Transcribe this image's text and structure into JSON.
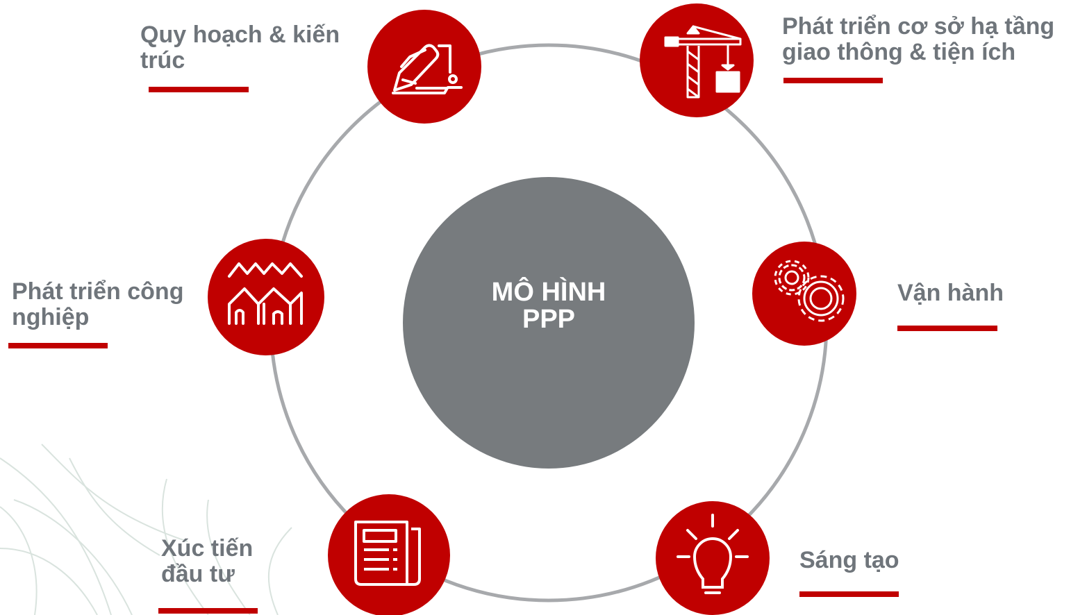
{
  "center": {
    "line1": "MÔ HÌNH",
    "line2": "PPP"
  },
  "nodes": [
    {
      "id": "planning",
      "label_line1": "Quy hoạch & kiến",
      "label_line2": "trúc",
      "icon": "drafting-hand-icon"
    },
    {
      "id": "infrastructure",
      "label_line1": "Phát triển cơ sở hạ tầng",
      "label_line2": "giao thông & tiện ích",
      "icon": "crane-icon"
    },
    {
      "id": "operation",
      "label_line1": "Vận hành",
      "label_line2": "",
      "icon": "gears-icon"
    },
    {
      "id": "innovation",
      "label_line1": "Sáng tạo",
      "label_line2": "",
      "icon": "lightbulb-icon"
    },
    {
      "id": "investment",
      "label_line1": "Xúc tiến",
      "label_line2": "đầu tư",
      "icon": "newspaper-icon"
    },
    {
      "id": "industrial",
      "label_line1": "Phát triển công",
      "label_line2": "nghiệp",
      "icon": "houses-icon"
    }
  ],
  "colors": {
    "accent": "#c00000",
    "center": "#777b7e",
    "ring": "#a7a9ac",
    "text": "#6f757b"
  }
}
